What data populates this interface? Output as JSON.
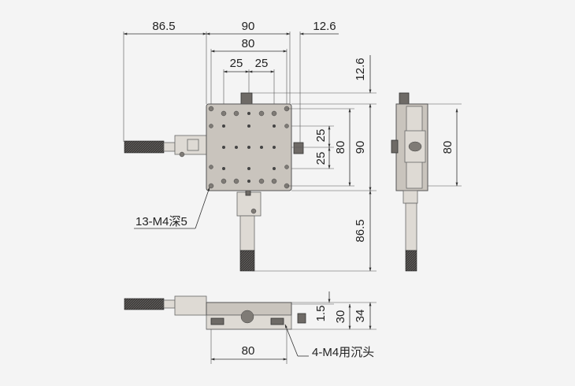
{
  "labels": {
    "top_width_left": "86.5",
    "top_width_center": "90",
    "top_width_right": "12.6",
    "top_inner": "80",
    "top_pitch_a": "25",
    "top_pitch_b": "25",
    "right_top": "12.6",
    "right_pitch_a": "25",
    "right_pitch_b": "25",
    "right_inner": "80",
    "right_outer": "90",
    "right_lower": "86.5",
    "side_height": "80",
    "holes_callout": "13-M4深5",
    "front_h1": "1.5",
    "front_h2": "30",
    "front_h3": "34",
    "front_width": "80",
    "counterbore_callout": "4-M4用沉头"
  },
  "colors": {
    "background": "#f4f4f4",
    "stage_body": "#c9c4bd",
    "knurl": "#3f3c3a"
  }
}
